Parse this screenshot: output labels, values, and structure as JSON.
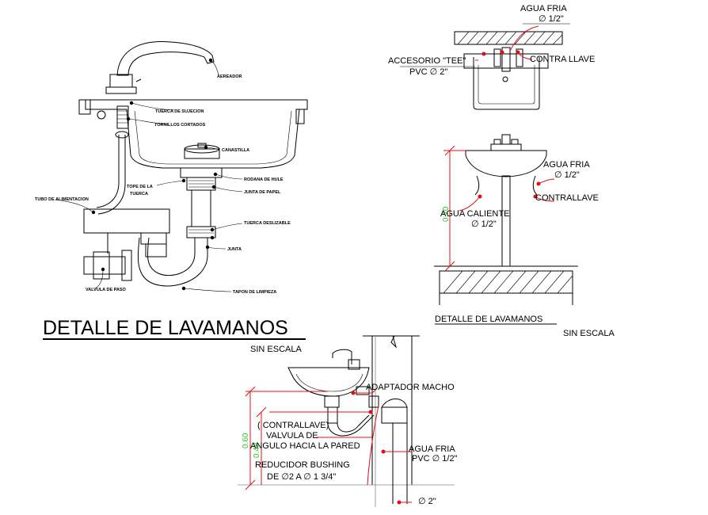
{
  "main_detail": {
    "title": "DETALLE DE LAVAMANOS",
    "labels": {
      "aireador": "AEREADOR",
      "tuerca_sujecion": "TUERCA DE SUJECION",
      "tornillos": "TORNILLOS CORTADOS",
      "canastilla": "CANASTILLA",
      "rodana": "RODANA DE HULE",
      "tope": "TOPE DE LA",
      "tuerca": "TUERCA",
      "junta_papel": "JUNTA DE PAPEL",
      "tuerca_deslizable": "TUERCA DESLIZABLE",
      "junta": "JUNTA",
      "tubo_alimentacion": "TUBO DE ALIMENTACION",
      "valvula_paso": "VALVULA DE PASO",
      "tapon_limpieza": "TAPON DE LIMPIEZA"
    }
  },
  "top_view": {
    "agua_fria": "AGUA FRIA",
    "agua_fria_size": "∅ 1/2\"",
    "accesorio": "ACCESORIO \"TEE\"",
    "pvc": "PVC ∅ 2\"",
    "contra_llave": "CONTRA LLAVE"
  },
  "front_view": {
    "agua_fria": "AGUA FRIA",
    "agua_fria_size": "∅ 1/2\"",
    "contrallave": "CONTRALLAVE",
    "agua_caliente": "AGUA CALIENTE",
    "agua_caliente_size": "∅ 1/2\"",
    "dim_height": "0.70",
    "title": "DETALLE DE LAVAMANOS",
    "scale": "SIN ESCALA"
  },
  "side_view": {
    "scale": "SIN ESCALA",
    "adaptador": "ADAPTADOR MACHO",
    "contrallave": "( CONTRALLAVE)",
    "valvula1": "VALVULA DE",
    "valvula2": "ANGULO HACIA LA PARED",
    "reducidor1": "REDUCIDOR BUSHING",
    "reducidor2": "DE ∅2 A ∅ 1   3/4\"",
    "agua_fria": "AGUA FRIA",
    "pvc": "PVC ∅ 1/2\"",
    "diam2": "∅ 2\"",
    "dim_a": "0.60",
    "dim_b": "0.48"
  },
  "colors": {
    "line": "#000000",
    "leader": "#e0101a",
    "dimension_text": "#22cc22"
  }
}
